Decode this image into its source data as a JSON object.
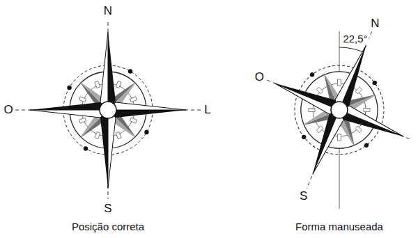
{
  "diagram": {
    "labels": [
      "N",
      "O",
      "L",
      "S",
      "Posição correta",
      "22,5°",
      "N",
      "O",
      "S",
      "Forma manuseada"
    ]
  }
}
